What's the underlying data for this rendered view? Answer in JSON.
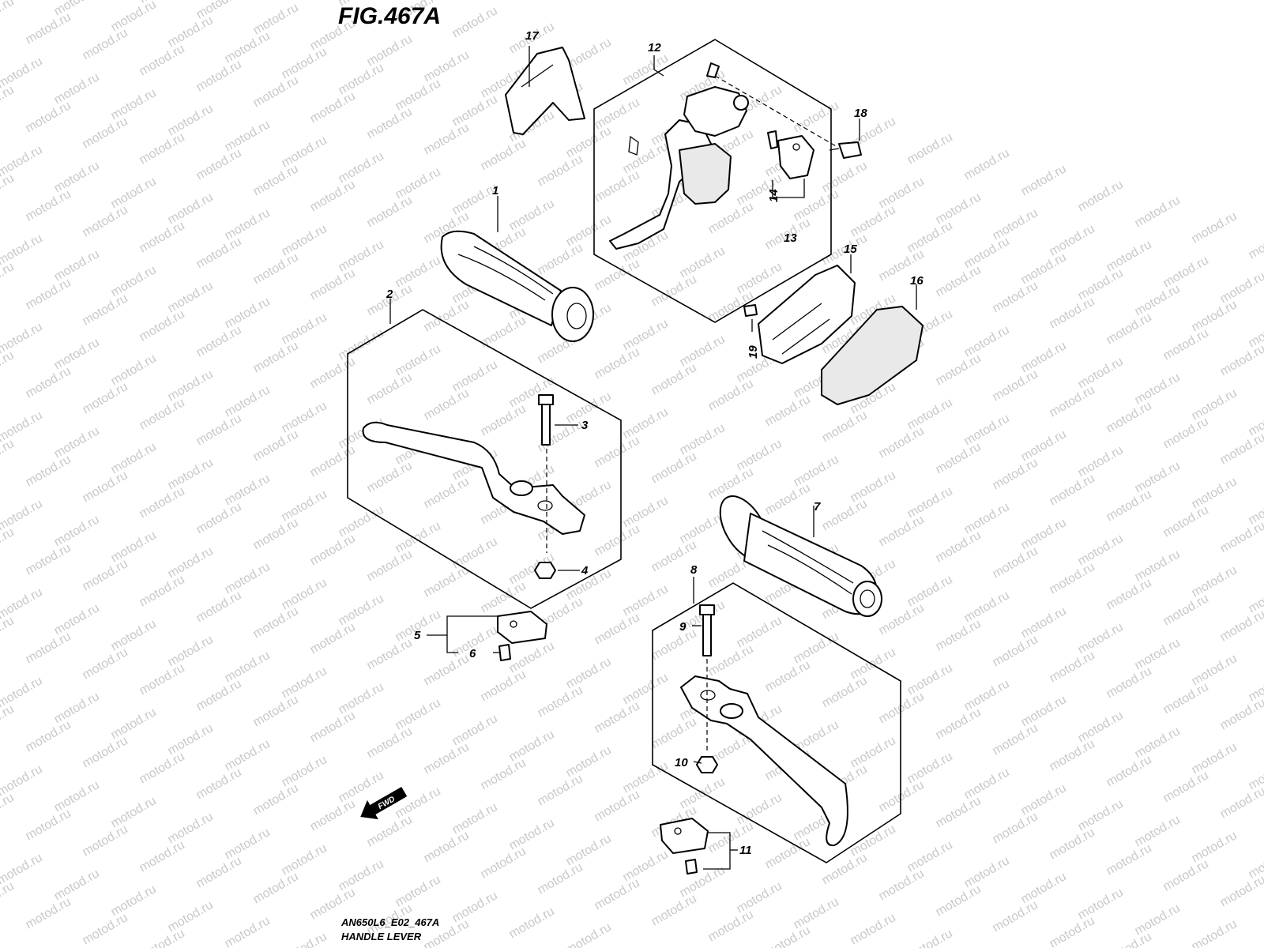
{
  "figure": {
    "title": "FIG.467A",
    "code": "AN650L6_E02_467A",
    "name": "HANDLE LEVER",
    "direction_label": "FWD"
  },
  "watermark": {
    "text": "motod.ru"
  },
  "callouts": [
    {
      "id": "c1",
      "label": "1"
    },
    {
      "id": "c2",
      "label": "2"
    },
    {
      "id": "c3",
      "label": "3"
    },
    {
      "id": "c4",
      "label": "4"
    },
    {
      "id": "c5",
      "label": "5"
    },
    {
      "id": "c6",
      "label": "6"
    },
    {
      "id": "c7",
      "label": "7"
    },
    {
      "id": "c8",
      "label": "8"
    },
    {
      "id": "c9",
      "label": "9"
    },
    {
      "id": "c10",
      "label": "10"
    },
    {
      "id": "c11",
      "label": "11"
    },
    {
      "id": "c12",
      "label": "12"
    },
    {
      "id": "c13",
      "label": "13"
    },
    {
      "id": "c14",
      "label": "14"
    },
    {
      "id": "c15",
      "label": "15"
    },
    {
      "id": "c16",
      "label": "16"
    },
    {
      "id": "c17",
      "label": "17"
    },
    {
      "id": "c18",
      "label": "18"
    },
    {
      "id": "c19",
      "label": "19"
    }
  ]
}
